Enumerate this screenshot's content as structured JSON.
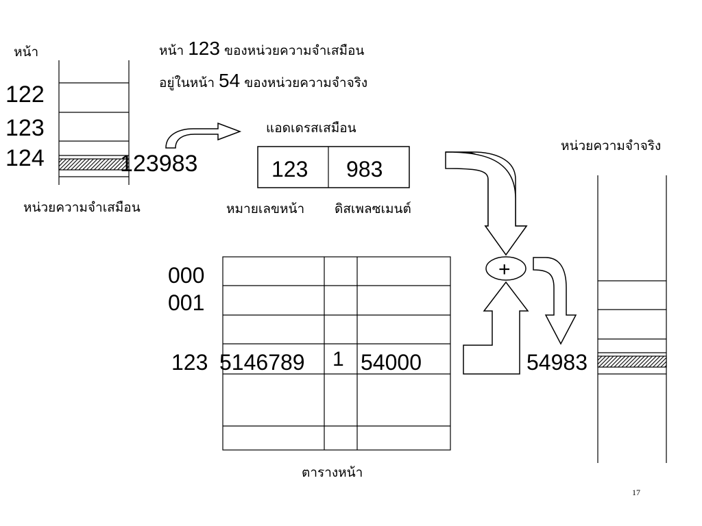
{
  "header": {
    "line1_pre": "หน้า ",
    "line1_num": "123",
    "line1_post": " ของหน่วยความจำเสมือน",
    "line2_pre": "อยู่ในหน้า ",
    "line2_num": "54",
    "line2_post": " ของหน่วยความจำจริง"
  },
  "virtual_memory": {
    "page_heading": "หน้า",
    "page_numbers": [
      "122",
      "123",
      "124"
    ],
    "label": "หน่วยความจำเสมือน",
    "virtual_address_value": "123983"
  },
  "virtual_address": {
    "title": "แอดเดรสเสมือน",
    "page_part": "123",
    "offset_part": "983",
    "page_part_label": "หมายเลขหน้า",
    "offset_part_label": "ดิสเพลซเมนต์"
  },
  "page_table": {
    "label": "ตารางหน้า",
    "row_labels": [
      "000",
      "001",
      "123"
    ],
    "entry_values": [
      "5146789",
      "1",
      "54000"
    ]
  },
  "adder": {
    "symbol": "+"
  },
  "physical_memory": {
    "label": "หน่วยความจำจริง",
    "result_address": "54983"
  },
  "slide_number": "17"
}
